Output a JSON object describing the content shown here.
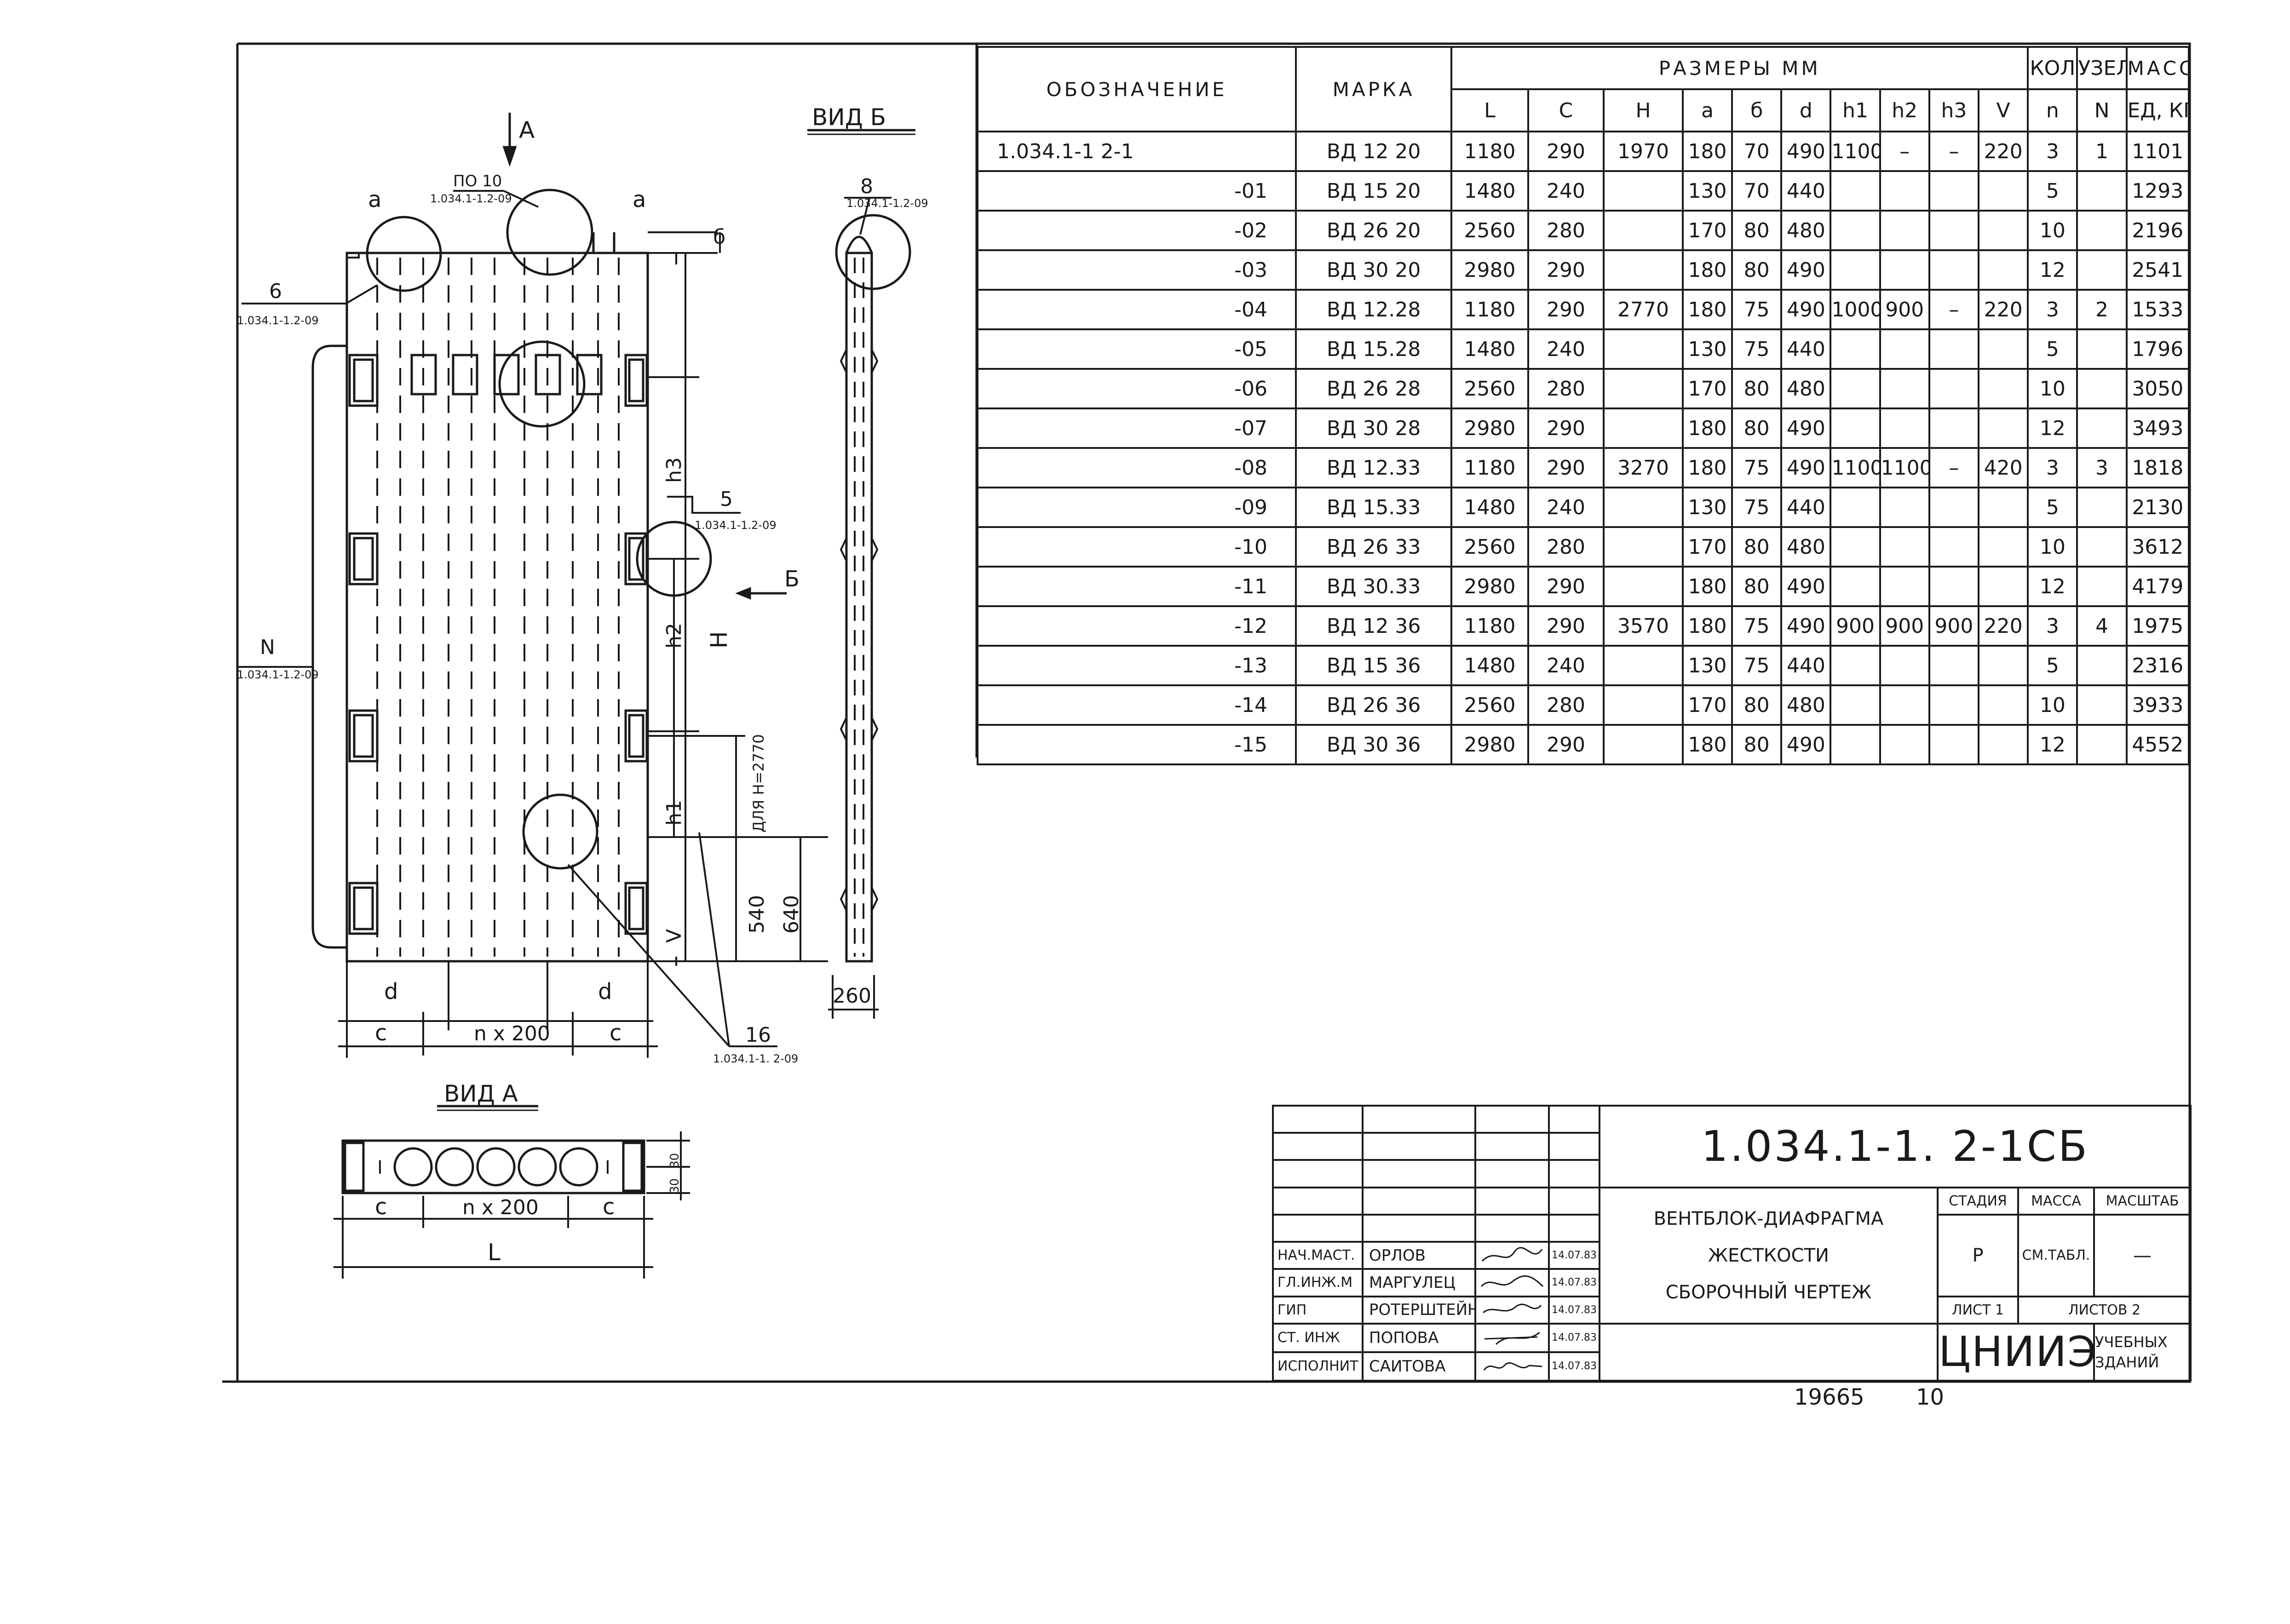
{
  "spec_table": {
    "headers": {
      "designation": "ОБОЗНАЧЕНИЕ",
      "mark": "МАРКА",
      "dimensions": "РАЗМЕРЫ   ММ",
      "qty": "КОЛ",
      "node": "УЗЕЛ",
      "mass": "МАССА",
      "sub": [
        "L",
        "C",
        "H",
        "a",
        "б",
        "d",
        "h1",
        "h2",
        "h3",
        "V",
        "n",
        "N",
        "ЕД, КГ"
      ]
    },
    "rows": [
      {
        "des": "1.034.1-1   2-1",
        "mark": "ВД  12 20",
        "L": "1180",
        "C": "290",
        "H": "1970",
        "a": "180",
        "b": "70",
        "d": "490",
        "h1": "1100",
        "h2": "–",
        "h3": "–",
        "V": "220",
        "n": "3",
        "N": "1",
        "mass": "1101"
      },
      {
        "des": "-01",
        "mark": "ВД  15 20",
        "L": "1480",
        "C": "240",
        "H": "",
        "a": "130",
        "b": "70",
        "d": "440",
        "h1": "",
        "h2": "",
        "h3": "",
        "V": "",
        "n": "5",
        "N": "",
        "mass": "1293"
      },
      {
        "des": "-02",
        "mark": "ВД  26 20",
        "L": "2560",
        "C": "280",
        "H": "",
        "a": "170",
        "b": "80",
        "d": "480",
        "h1": "",
        "h2": "",
        "h3": "",
        "V": "",
        "n": "10",
        "N": "",
        "mass": "2196"
      },
      {
        "des": "-03",
        "mark": "ВД  30 20",
        "L": "2980",
        "C": "290",
        "H": "",
        "a": "180",
        "b": "80",
        "d": "490",
        "h1": "",
        "h2": "",
        "h3": "",
        "V": "",
        "n": "12",
        "N": "",
        "mass": "2541"
      },
      {
        "des": "-04",
        "mark": "ВД  12.28",
        "L": "1180",
        "C": "290",
        "H": "2770",
        "a": "180",
        "b": "75",
        "d": "490",
        "h1": "1000",
        "h2": "900",
        "h3": "–",
        "V": "220",
        "n": "3",
        "N": "2",
        "mass": "1533"
      },
      {
        "des": "-05",
        "mark": "ВД  15.28",
        "L": "1480",
        "C": "240",
        "H": "",
        "a": "130",
        "b": "75",
        "d": "440",
        "h1": "",
        "h2": "",
        "h3": "",
        "V": "",
        "n": "5",
        "N": "",
        "mass": "1796"
      },
      {
        "des": "-06",
        "mark": "ВД  26 28",
        "L": "2560",
        "C": "280",
        "H": "",
        "a": "170",
        "b": "80",
        "d": "480",
        "h1": "",
        "h2": "",
        "h3": "",
        "V": "",
        "n": "10",
        "N": "",
        "mass": "3050"
      },
      {
        "des": "-07",
        "mark": "ВД  30 28",
        "L": "2980",
        "C": "290",
        "H": "",
        "a": "180",
        "b": "80",
        "d": "490",
        "h1": "",
        "h2": "",
        "h3": "",
        "V": "",
        "n": "12",
        "N": "",
        "mass": "3493"
      },
      {
        "des": "-08",
        "mark": "ВД  12.33",
        "L": "1180",
        "C": "290",
        "H": "3270",
        "a": "180",
        "b": "75",
        "d": "490",
        "h1": "1100",
        "h2": "1100",
        "h3": "–",
        "V": "420",
        "n": "3",
        "N": "3",
        "mass": "1818"
      },
      {
        "des": "-09",
        "mark": "ВД  15.33",
        "L": "1480",
        "C": "240",
        "H": "",
        "a": "130",
        "b": "75",
        "d": "440",
        "h1": "",
        "h2": "",
        "h3": "",
        "V": "",
        "n": "5",
        "N": "",
        "mass": "2130"
      },
      {
        "des": "-10",
        "mark": "ВД  26 33",
        "L": "2560",
        "C": "280",
        "H": "",
        "a": "170",
        "b": "80",
        "d": "480",
        "h1": "",
        "h2": "",
        "h3": "",
        "V": "",
        "n": "10",
        "N": "",
        "mass": "3612"
      },
      {
        "des": "-11",
        "mark": "ВД  30.33",
        "L": "2980",
        "C": "290",
        "H": "",
        "a": "180",
        "b": "80",
        "d": "490",
        "h1": "",
        "h2": "",
        "h3": "",
        "V": "",
        "n": "12",
        "N": "",
        "mass": "4179"
      },
      {
        "des": "-12",
        "mark": "ВД  12 36",
        "L": "1180",
        "C": "290",
        "H": "3570",
        "a": "180",
        "b": "75",
        "d": "490",
        "h1": "900",
        "h2": "900",
        "h3": "900",
        "V": "220",
        "n": "3",
        "N": "4",
        "mass": "1975"
      },
      {
        "des": "-13",
        "mark": "ВД  15 36",
        "L": "1480",
        "C": "240",
        "H": "",
        "a": "130",
        "b": "75",
        "d": "440",
        "h1": "",
        "h2": "",
        "h3": "",
        "V": "",
        "n": "5",
        "N": "",
        "mass": "2316"
      },
      {
        "des": "-14",
        "mark": "ВД  26 36",
        "L": "2560",
        "C": "280",
        "H": "",
        "a": "170",
        "b": "80",
        "d": "480",
        "h1": "",
        "h2": "",
        "h3": "",
        "V": "",
        "n": "10",
        "N": "",
        "mass": "3933"
      },
      {
        "des": "-15",
        "mark": "ВД  30 36",
        "L": "2980",
        "C": "290",
        "H": "",
        "a": "180",
        "b": "80",
        "d": "490",
        "h1": "",
        "h2": "",
        "h3": "",
        "V": "",
        "n": "12",
        "N": "",
        "mass": "4552"
      }
    ]
  },
  "drawing": {
    "view_a_arrow": "А",
    "view_b_title": "ВИД Б",
    "view_a_title": "ВИД А",
    "ref_po10": "ПО 10",
    "ref_po10_doc": "1.034.1-1.2-09",
    "ref6": "6",
    "ref6_doc": "1.034.1-1.2-09",
    "ref8": "8",
    "ref8_doc": "1.034.1-1.2-09",
    "ref5": "5",
    "ref5_doc": "1.034.1-1.2-09",
    "refN": "N",
    "refN_doc": "1.034.1-1.2-09",
    "ref16": "16",
    "ref16_doc": "1.034.1-1. 2-09",
    "dim_a": "a",
    "dim_b": "б",
    "dim_c": "c",
    "dim_d": "d",
    "dim_n200": "n x 200",
    "dim_h3": "h3",
    "dim_h2": "h2",
    "dim_h1": "h1",
    "dim_H": "H",
    "dim_V": "V",
    "dim_540": "540",
    "dim_640": "640",
    "dim_note": "ДЛЯ H=2770",
    "dim_260": "260",
    "dir_b": "Б",
    "dim_L": "L",
    "dim_30a": "30",
    "dim_30b": "30",
    "hole_mark": "I"
  },
  "stamp": {
    "code": "1.034.1-1.   2-1СБ",
    "title1": "ВЕНТБЛОК-ДИАФРАГМА ЖЕСТКОСТИ",
    "title2": "СБОРОЧНЫЙ   ЧЕРТЕЖ",
    "stage_h": "СТАДИЯ",
    "mass_h": "МАССА",
    "scale_h": "МАСШТАБ",
    "stage": "Р",
    "mass": "СМ.ТАБЛ.",
    "scale": "—",
    "sheet_label": "ЛИСТ",
    "sheet_no": "1",
    "sheets_label": "ЛИСТОВ",
    "sheets_no": "2",
    "org": "ЦНИИЭП",
    "org2": "УЧЕБНЫХ ЗДАНИЙ",
    "people": [
      {
        "role": "НАЧ.МАСТ.",
        "name": "ОРЛОВ",
        "date": "14.07.83"
      },
      {
        "role": "ГЛ.ИНЖ.М",
        "name": "МАРГУЛЕЦ",
        "date": "14.07.83"
      },
      {
        "role": "ГИП",
        "name": "РОТЕРШТЕЙН",
        "date": "14.07.83"
      },
      {
        "role": "СТ. ИНЖ",
        "name": "ПОПОВА",
        "date": "14.07.83"
      },
      {
        "role": "ИСПОЛНИТ",
        "name": "САИТОВА",
        "date": "14.07.83"
      }
    ]
  },
  "footer": {
    "inv": "19665",
    "page": "10"
  }
}
